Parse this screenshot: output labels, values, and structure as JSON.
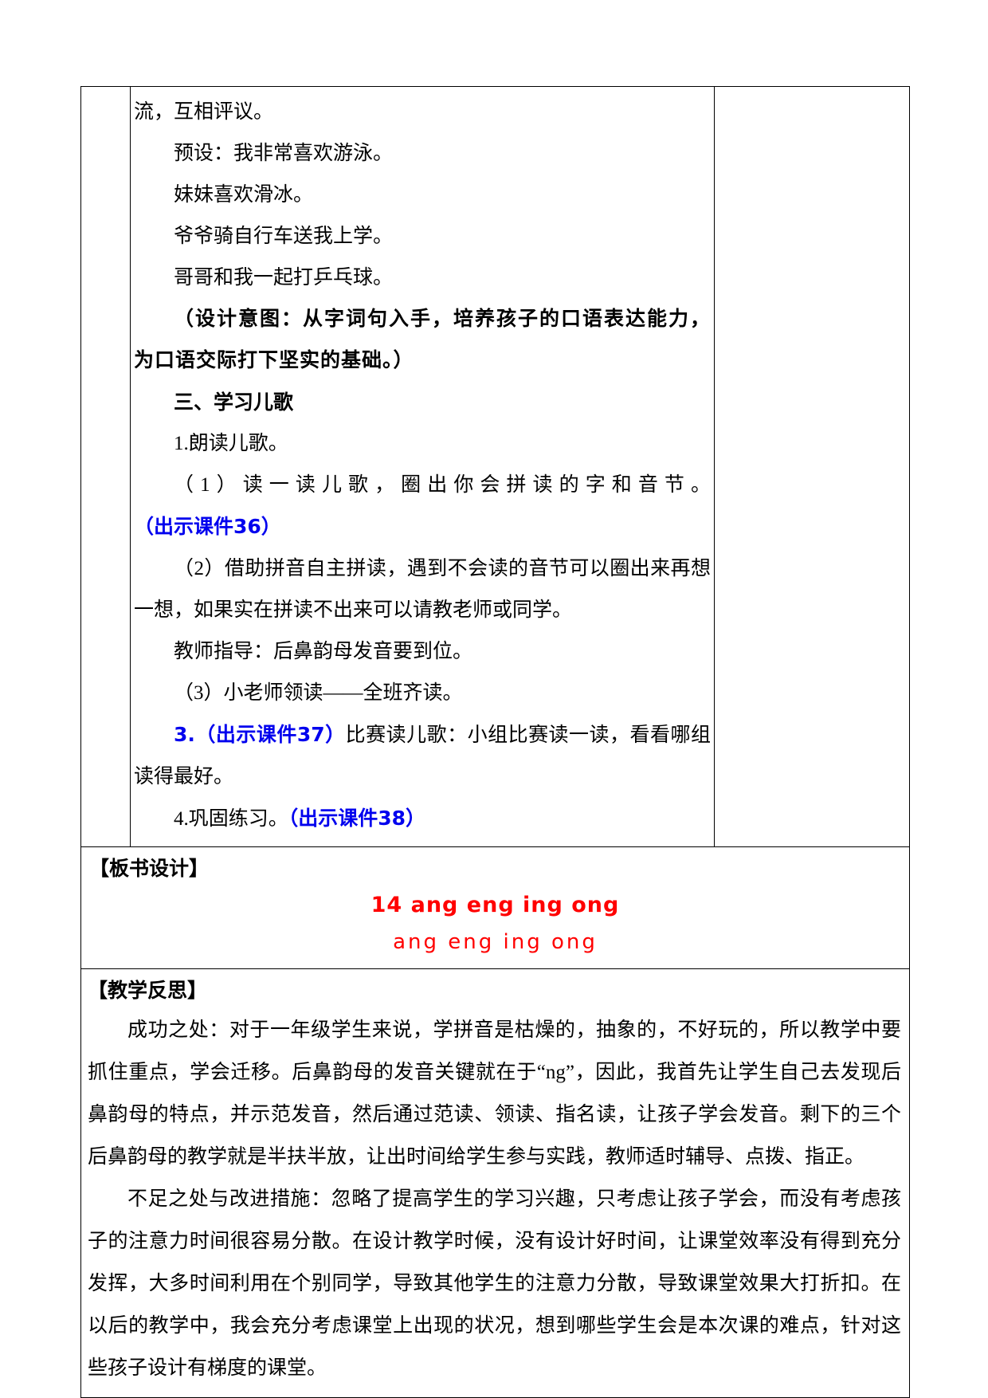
{
  "document": {
    "type": "chinese-lesson-plan-page",
    "columns": [
      "",
      "",
      ""
    ],
    "main_column": {
      "paragraphs": [
        {
          "id": "p1",
          "style": "song",
          "indent": false,
          "text": "流，互相评议。"
        },
        {
          "id": "p2",
          "style": "song",
          "indent": true,
          "text": "预设：我非常喜欢游泳。"
        },
        {
          "id": "p3",
          "style": "song",
          "indent": true,
          "text": "妹妹喜欢滑冰。"
        },
        {
          "id": "p4",
          "style": "song",
          "indent": true,
          "text": "爷爷骑自行车送我上学。"
        },
        {
          "id": "p5",
          "style": "song",
          "indent": true,
          "text": "哥哥和我一起打乒乓球。"
        },
        {
          "id": "p6",
          "style": "kai",
          "indent": true,
          "head": "（设计意图：",
          "text": "从字词句入手，培养孩子的口语表达能力，为口语交际打下坚实的基础。）"
        },
        {
          "id": "p7",
          "style": "hei",
          "indent": true,
          "text": "三、学习儿歌"
        },
        {
          "id": "p8",
          "style": "song",
          "indent": true,
          "text": "1.朗读儿歌。"
        },
        {
          "id": "p9",
          "style": "song",
          "indent": true,
          "text": "（1）读一读儿歌，圈出你会拼读的字和音节。",
          "blue_suffix": "（出示课件36）"
        },
        {
          "id": "p10",
          "style": "song",
          "indent": true,
          "text": "（2）借助拼音自主拼读，遇到不会读的音节可以圈出来再想一想，如果实在拼读不出来可以请教老师或同学。"
        },
        {
          "id": "p11",
          "style": "song",
          "indent": true,
          "text": "教师指导：后鼻韵母发音要到位。"
        },
        {
          "id": "p12",
          "style": "song",
          "indent": true,
          "text": "（3）小老师领读——全班齐读。"
        },
        {
          "id": "p13",
          "style": "song",
          "indent": true,
          "prefix": "3.",
          "blue_mid": "（出示课件37）",
          "text": "比赛读儿歌：小组比赛读一读，看看哪组读得最好。"
        },
        {
          "id": "p14",
          "style": "song",
          "indent": true,
          "text": "4.巩固练习。",
          "blue_suffix": "（出示课件38）"
        }
      ]
    },
    "board_design": {
      "title": "【板书设计】",
      "line1": "14 ang eng ing ong",
      "line2": "ang eng ing ong",
      "color": "#ff0000"
    },
    "teaching_reflection": {
      "title": "【教学反思】",
      "paragraphs": [
        "成功之处：对于一年级学生来说，学拼音是枯燥的，抽象的，不好玩的，所以教学中要抓住重点，学会迁移。后鼻韵母的发音关键就在于“ng”，因此，我首先让学生自己去发现后鼻韵母的特点，并示范发音，然后通过范读、领读、指名读，让孩子学会发音。剩下的三个后鼻韵母的教学就是半扶半放，让出时间给学生参与实践，教师适时辅导、点拨、指正。",
        "不足之处与改进措施：忽略了提高学生的学习兴趣，只考虑让孩子学会，而没有考虑孩子的注意力时间很容易分散。在设计教学时候，没有设计好时间，让课堂效率没有得到充分发挥，大多时间利用在个别同学，导致其他学生的注意力分散，导致课堂效果大打折扣。在以后的教学中，我会充分考虑课堂上出现的状况，想到哪些学生会是本次课的难点，针对这些孩子设计有梯度的课堂。"
      ]
    },
    "colors": {
      "text": "#000000",
      "courseware_blue": "#0000ee",
      "board_red": "#ff0000",
      "border": "#000000",
      "background": "#ffffff"
    }
  }
}
